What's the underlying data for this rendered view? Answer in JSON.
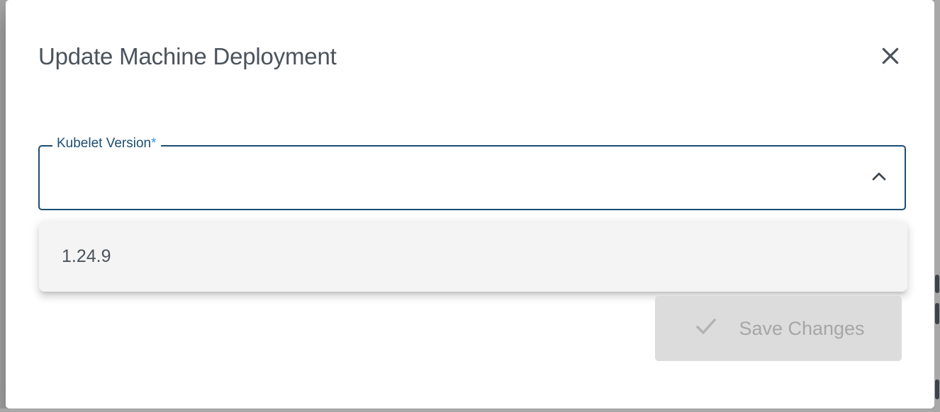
{
  "dialog": {
    "title": "Update Machine Deployment",
    "close_icon": "close-icon",
    "close_label": "Close"
  },
  "form": {
    "kubelet_version": {
      "label": "Kubelet Version",
      "required_marker": "*",
      "value": "",
      "placeholder": "",
      "expanded": true,
      "arrow_icon": "chevron-up-icon",
      "options": [
        {
          "label": "1.24.9"
        }
      ]
    }
  },
  "footer": {
    "save": {
      "label": "Save Changes",
      "icon": "check-icon",
      "disabled": true
    }
  },
  "colors": {
    "page_background": "#a8a8a8",
    "dialog_background": "#ffffff",
    "title_text": "#4b535c",
    "field_outline": "#1d4e72",
    "field_label": "#1d4e72",
    "required_star": "#2f96e8",
    "dropdown_background": "#f4f4f5",
    "dropdown_text": "#4b535c",
    "button_disabled_background": "#dcdcdc",
    "button_disabled_text": "#a6a6a6",
    "scrollbar_thumb": "#3c434b"
  }
}
